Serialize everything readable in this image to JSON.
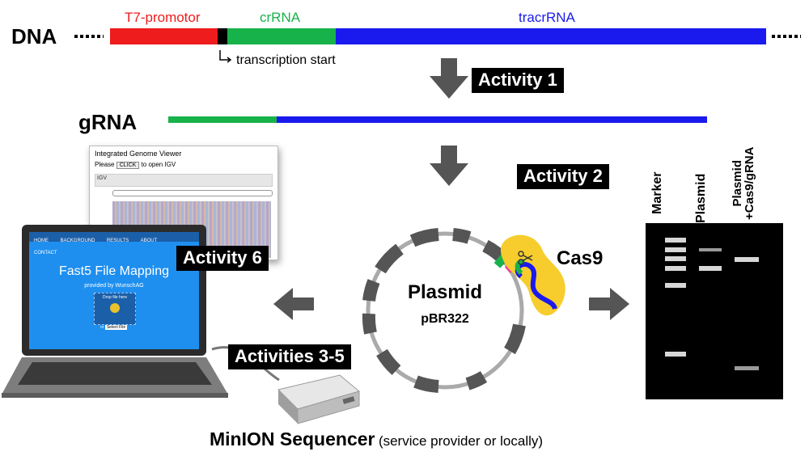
{
  "dna": {
    "label": "DNA",
    "segments": [
      {
        "name": "T7-promotor",
        "color": "#ee1c1c"
      },
      {
        "name": "crRNA",
        "color": "#18b24a"
      },
      {
        "name": "tracrRNA",
        "color": "#1a1aee"
      }
    ],
    "transcription_start": "transcription start"
  },
  "grna": {
    "label": "gRNA"
  },
  "activities": {
    "a1": "Activity 1",
    "a2": "Activity 2",
    "a6": "Activity 6",
    "a35": "Activities 3-5"
  },
  "plasmid": {
    "name": "Plasmid",
    "id": "pBR322"
  },
  "cas9": {
    "label": "Cas9"
  },
  "gel": {
    "lanes": [
      "Marker",
      "Plasmid",
      "Plasmid\n+Cas9/gRNA"
    ]
  },
  "igv": {
    "title": "Integrated Genome Viewer",
    "please": "Please",
    "click": "CLICK",
    "to_open": "to open IGV",
    "logo": "IGV"
  },
  "laptop": {
    "nav": [
      "HOME",
      "BACKGROUND",
      "RESULTS",
      "ABOUT",
      "CONTACT"
    ],
    "title": "Fast5 File Mapping",
    "subtitle": "provided by WunschAG",
    "drop": "Drop file here",
    "or": "or",
    "select": "Select File"
  },
  "minion": {
    "label": "MinION Sequencer",
    "note": "(service provider or locally)"
  },
  "colors": {
    "red": "#ee1c1c",
    "green": "#18b24a",
    "blue": "#1a1aee",
    "arrow": "#555555",
    "screen": "#1e8fef"
  }
}
